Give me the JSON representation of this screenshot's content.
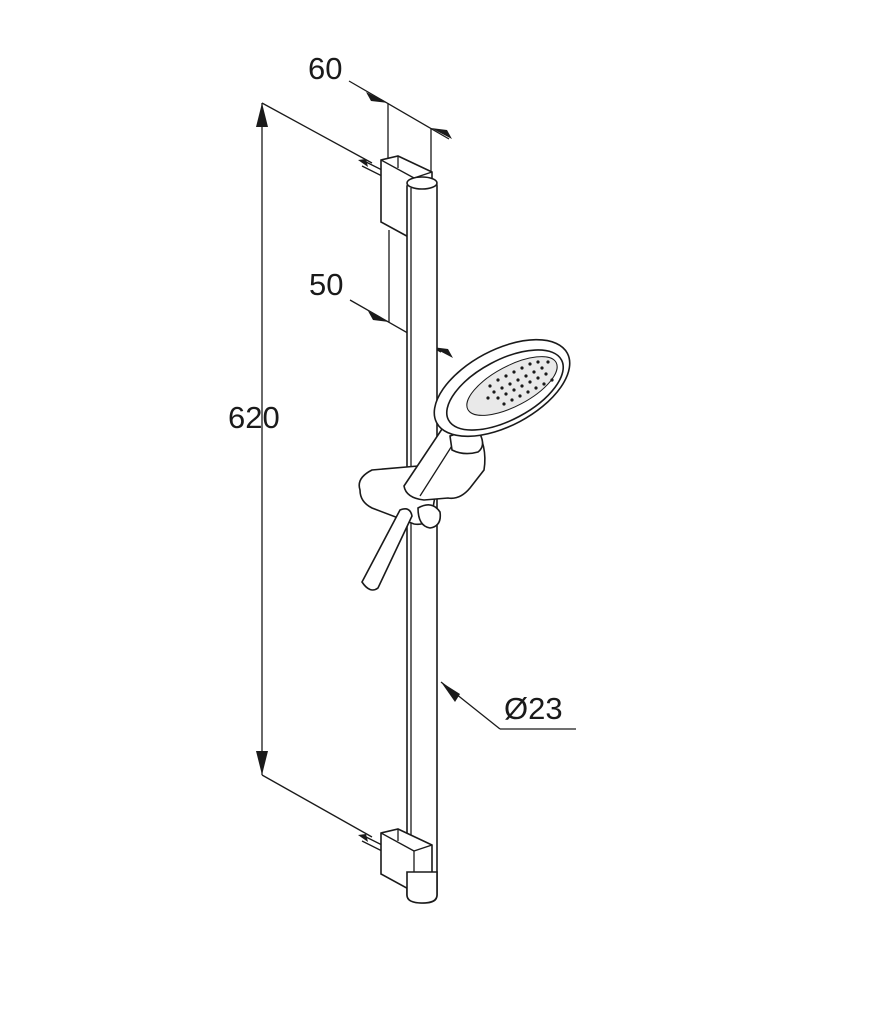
{
  "dimensions": {
    "width_top": "60",
    "depth_wall": "50",
    "height": "620",
    "diameter": "Ø23"
  }
}
